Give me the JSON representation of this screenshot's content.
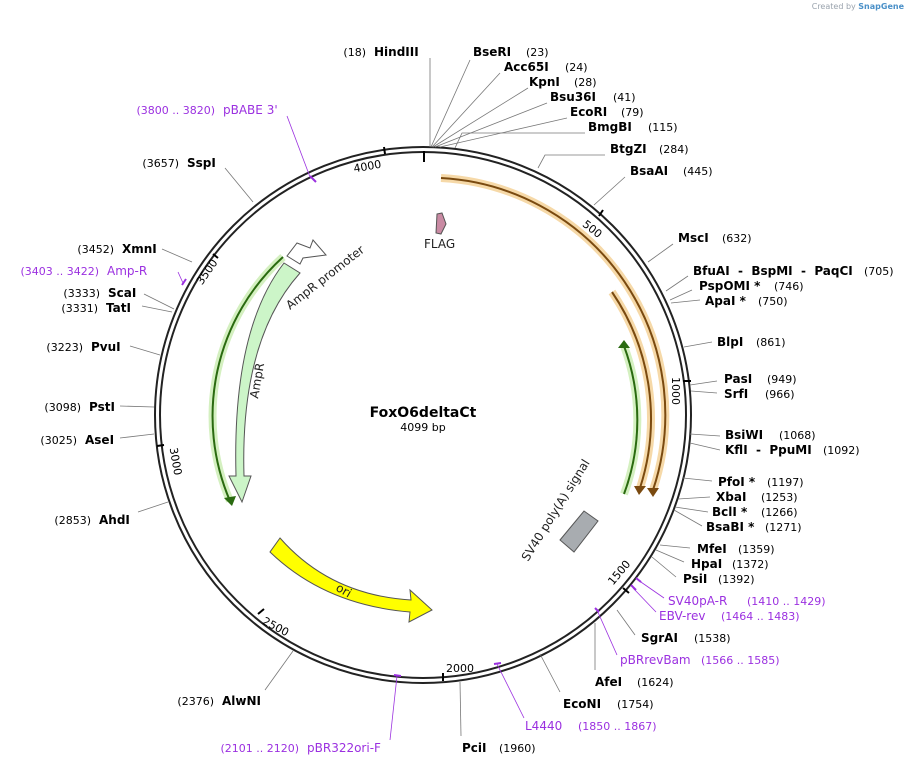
{
  "credit": {
    "prefix": "Created by",
    "brand": "SnapGene"
  },
  "plasmid": {
    "name": "FoxO6deltaCt",
    "length_label": "4099 bp",
    "length": 4099
  },
  "ticks": [
    "500",
    "1000",
    "1500",
    "2000",
    "2500",
    "3000",
    "3500",
    "4000"
  ],
  "colors": {
    "primer": "#9b30e0",
    "enzyme": "#000000",
    "backbone": "#222222"
  },
  "enzymes": [
    {
      "name": "HindIII",
      "pos": "(18)"
    },
    {
      "name": "BseRI",
      "pos": "(23)"
    },
    {
      "name": "Acc65I",
      "pos": "(24)"
    },
    {
      "name": "KpnI",
      "pos": "(28)"
    },
    {
      "name": "Bsu36I",
      "pos": "(41)"
    },
    {
      "name": "EcoRI",
      "pos": "(79)"
    },
    {
      "name": "BmgBI",
      "pos": "(115)"
    },
    {
      "name": "BtgZI",
      "pos": "(284)"
    },
    {
      "name": "BsaAI",
      "pos": "(445)"
    },
    {
      "name": "MscI",
      "pos": "(632)"
    },
    {
      "name": "BfuAI  -  BspMI  -  PaqCI",
      "pos": "(705)"
    },
    {
      "name": "PspOMI *",
      "pos": "(746)"
    },
    {
      "name": "ApaI *",
      "pos": "(750)"
    },
    {
      "name": "BlpI",
      "pos": "(861)"
    },
    {
      "name": "PasI",
      "pos": "(949)"
    },
    {
      "name": "SrfI",
      "pos": "(966)"
    },
    {
      "name": "BsiWI",
      "pos": "(1068)"
    },
    {
      "name": "KflI  -  PpuMI",
      "pos": "(1092)"
    },
    {
      "name": "PfoI *",
      "pos": "(1197)"
    },
    {
      "name": "XbaI",
      "pos": "(1253)"
    },
    {
      "name": "BclI *",
      "pos": "(1266)"
    },
    {
      "name": "BsaBI *",
      "pos": "(1271)"
    },
    {
      "name": "MfeI",
      "pos": "(1359)"
    },
    {
      "name": "HpaI",
      "pos": "(1372)"
    },
    {
      "name": "PsiI",
      "pos": "(1392)"
    },
    {
      "name": "SgrAI",
      "pos": "(1538)"
    },
    {
      "name": "AfeI",
      "pos": "(1624)"
    },
    {
      "name": "EcoNI",
      "pos": "(1754)"
    },
    {
      "name": "PciI",
      "pos": "(1960)"
    },
    {
      "name": "AlwNI",
      "pos": "(2376)"
    },
    {
      "name": "AhdI",
      "pos": "(2853)"
    },
    {
      "name": "AseI",
      "pos": "(3025)"
    },
    {
      "name": "PstI",
      "pos": "(3098)"
    },
    {
      "name": "PvuI",
      "pos": "(3223)"
    },
    {
      "name": "TatI",
      "pos": "(3331)"
    },
    {
      "name": "ScaI",
      "pos": "(3333)"
    },
    {
      "name": "XmnI",
      "pos": "(3452)"
    },
    {
      "name": "SspI",
      "pos": "(3657)"
    }
  ],
  "primers": [
    {
      "name": "pBABE 3'",
      "range": "(3800 .. 3820)"
    },
    {
      "name": "Amp-R",
      "range": "(3403 .. 3422)"
    },
    {
      "name": "SV40pA-R",
      "range": "(1410 .. 1429)"
    },
    {
      "name": "EBV-rev",
      "range": "(1464 .. 1483)"
    },
    {
      "name": "pBRrevBam",
      "range": "(1566 .. 1585)"
    },
    {
      "name": "L4440",
      "range": "(1850 .. 1867)"
    },
    {
      "name": "pBR322ori-F",
      "range": "(2101 .. 2120)"
    }
  ],
  "features": [
    {
      "name": "FLAG",
      "color": "#c98aa3"
    },
    {
      "name": "AmpR promoter",
      "color": "#ffffff"
    },
    {
      "name": "AmpR",
      "color": "#ccf5c8"
    },
    {
      "name": "ori",
      "color": "#ffff00"
    },
    {
      "name": "SV40 poly(A) signal",
      "color": "#a8acb0"
    }
  ],
  "orfs": [
    {
      "name": "orf-outer",
      "color": "#e8a23c"
    },
    {
      "name": "orf-inner",
      "color": "#e8a23c"
    },
    {
      "name": "orf-right-green",
      "color": "#5ab028"
    },
    {
      "name": "orf-left-green",
      "color": "#5ab028"
    }
  ]
}
